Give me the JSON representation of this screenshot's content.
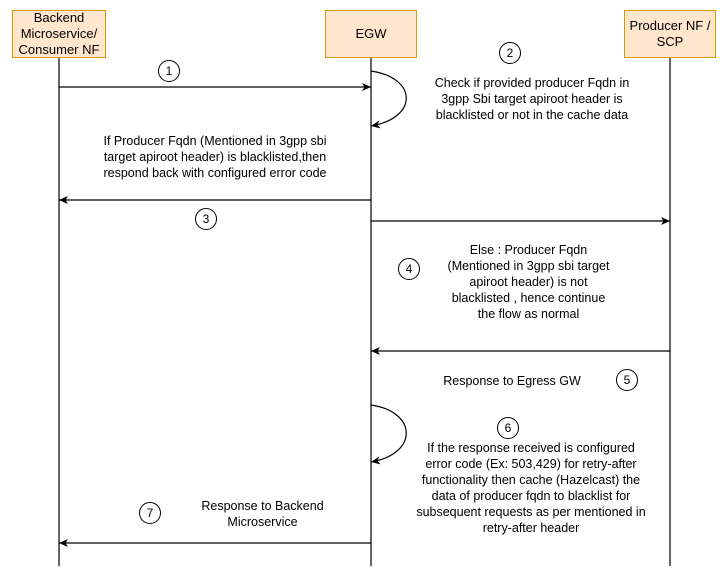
{
  "actors": {
    "backend": "Backend\nMicroservice/\nConsumer NF",
    "egw": "EGW",
    "producer": "Producer NF /\nSCP"
  },
  "steps": {
    "s1": "1",
    "s2": "2",
    "s3": "3",
    "s4": "4",
    "s5": "5",
    "s6": "6",
    "s7": "7"
  },
  "notes": {
    "check": "Check if provided producer Fqdn in\n3gpp Sbi target apiroot header is\nblacklisted or not in the cache data",
    "blacklisted": "If Producer Fqdn (Mentioned in 3gpp sbi\ntarget apiroot header) is blacklisted,then\nrespond back with configured error code",
    "else": "Else : Producer Fqdn\n(Mentioned in 3gpp sbi target\napiroot header) is not\nblacklisted , hence continue\nthe flow as normal",
    "response_egress": "Response to Egress GW",
    "cache": "If the response received is configured\nerror code (Ex: 503,429) for retry-after\nfunctionality then cache (Hazelcast) the\ndata of producer fqdn to blacklist for\nsubsequent requests as per mentioned in\nretry-after header",
    "response_backend": "Response to Backend\nMicroservice"
  },
  "colors": {
    "actor_fill": "#ffe6cc",
    "actor_border": "#d79b00",
    "line": "#000000"
  }
}
